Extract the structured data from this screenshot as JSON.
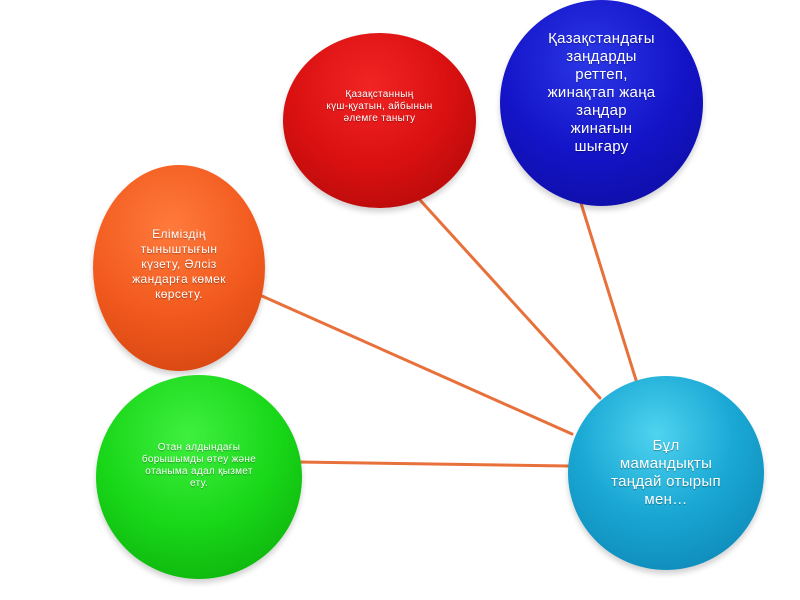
{
  "diagram": {
    "center": {
      "label": "Бұл\nмамандықты\nтаңдай отырып\nмен…",
      "color": "#1aa8d4"
    },
    "nodes": [
      {
        "id": "blue",
        "label": "Қазақстандағы\nзаңдарды\nреттеп,\nжинақтап жаңа\nзаңдар\nжинағын\nшығару",
        "color": "#1414c8"
      },
      {
        "id": "red",
        "label": "Қазақстанның\nкүш-қуатын, айбынын\nәлемге таныту",
        "color": "#d91010"
      },
      {
        "id": "orange",
        "label": "Еліміздің\nтыныштығын\nкүзету, Әлсіз\nжандарға көмек\nкөрсету.",
        "color": "#f25a1e"
      },
      {
        "id": "green",
        "label": "Отан алдындағы\nборышымды өтеу және\nотаныма адал қызмет\nету.",
        "color": "#18d618"
      }
    ],
    "connector_color": "#e8703a"
  }
}
